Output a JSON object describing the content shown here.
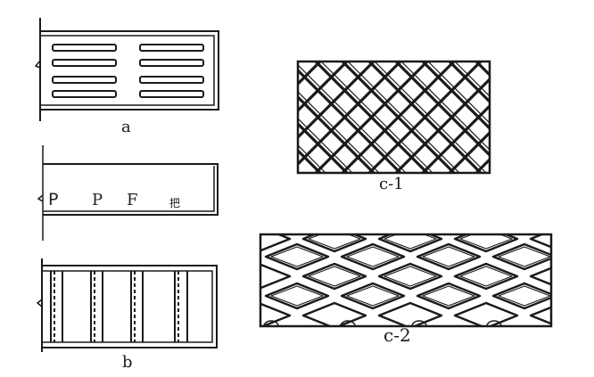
{
  "figure": {
    "panels": [
      {
        "id": "a",
        "label": "a",
        "description": "grating plate with two columns of four horizontal slots"
      },
      {
        "id": "b-top",
        "label": "",
        "description": "plate section with letter markings",
        "markings": [
          "P",
          "P",
          "F",
          "把"
        ]
      },
      {
        "id": "b",
        "label": "b",
        "description": "grating plate with vertical bars"
      },
      {
        "id": "c-1",
        "label": "c-1",
        "description": "woven diamond wire mesh"
      },
      {
        "id": "c-2",
        "label": "c-2",
        "description": "expanded metal diamond mesh"
      }
    ]
  },
  "colors": {
    "ink": "#1a1a1a",
    "background": "#ffffff"
  }
}
